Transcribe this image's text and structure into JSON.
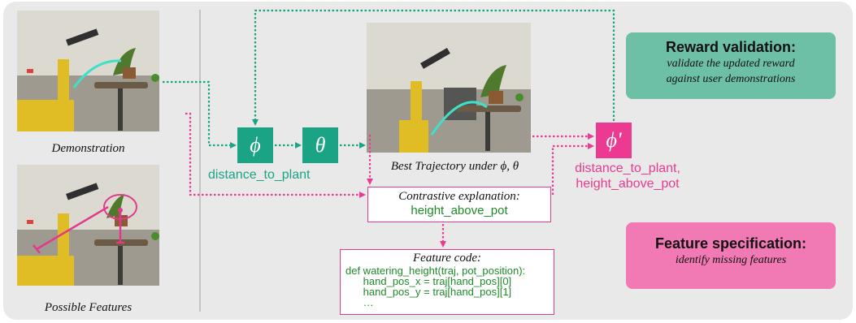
{
  "captions": {
    "demonstration": "Demonstration",
    "possible_features": "Possible Features",
    "best_trajectory": "Best Trajectory under ϕ, θ"
  },
  "symbols": {
    "phi": "ϕ",
    "theta": "θ",
    "phi_prime": "ϕ'"
  },
  "labels": {
    "phi_feature": "distance_to_plant",
    "phi_prime_features": [
      "distance_to_plant,",
      "height_above_pot"
    ]
  },
  "explanation": {
    "title": "Contrastive explanation:",
    "value": "height_above_pot"
  },
  "feature_code": {
    "title": "Feature code:",
    "lines": [
      "def watering_height(traj, pot_position):",
      "      hand_pos_x = traj[hand_pos][0]",
      "      hand_pos_y = traj[hand_pos][1]",
      "      …"
    ]
  },
  "reward_validation": {
    "heading": "Reward validation:",
    "description_lines": [
      "validate the updated reward",
      "against user demonstrations"
    ]
  },
  "feature_specification": {
    "heading": "Feature specification:",
    "description": "identify missing features"
  },
  "colors": {
    "teal": "#1aa384",
    "pink": "#ec3a92",
    "teal_card": "#6dbfa6",
    "pink_card": "#f179b4",
    "code_green": "#1f8a2a"
  }
}
